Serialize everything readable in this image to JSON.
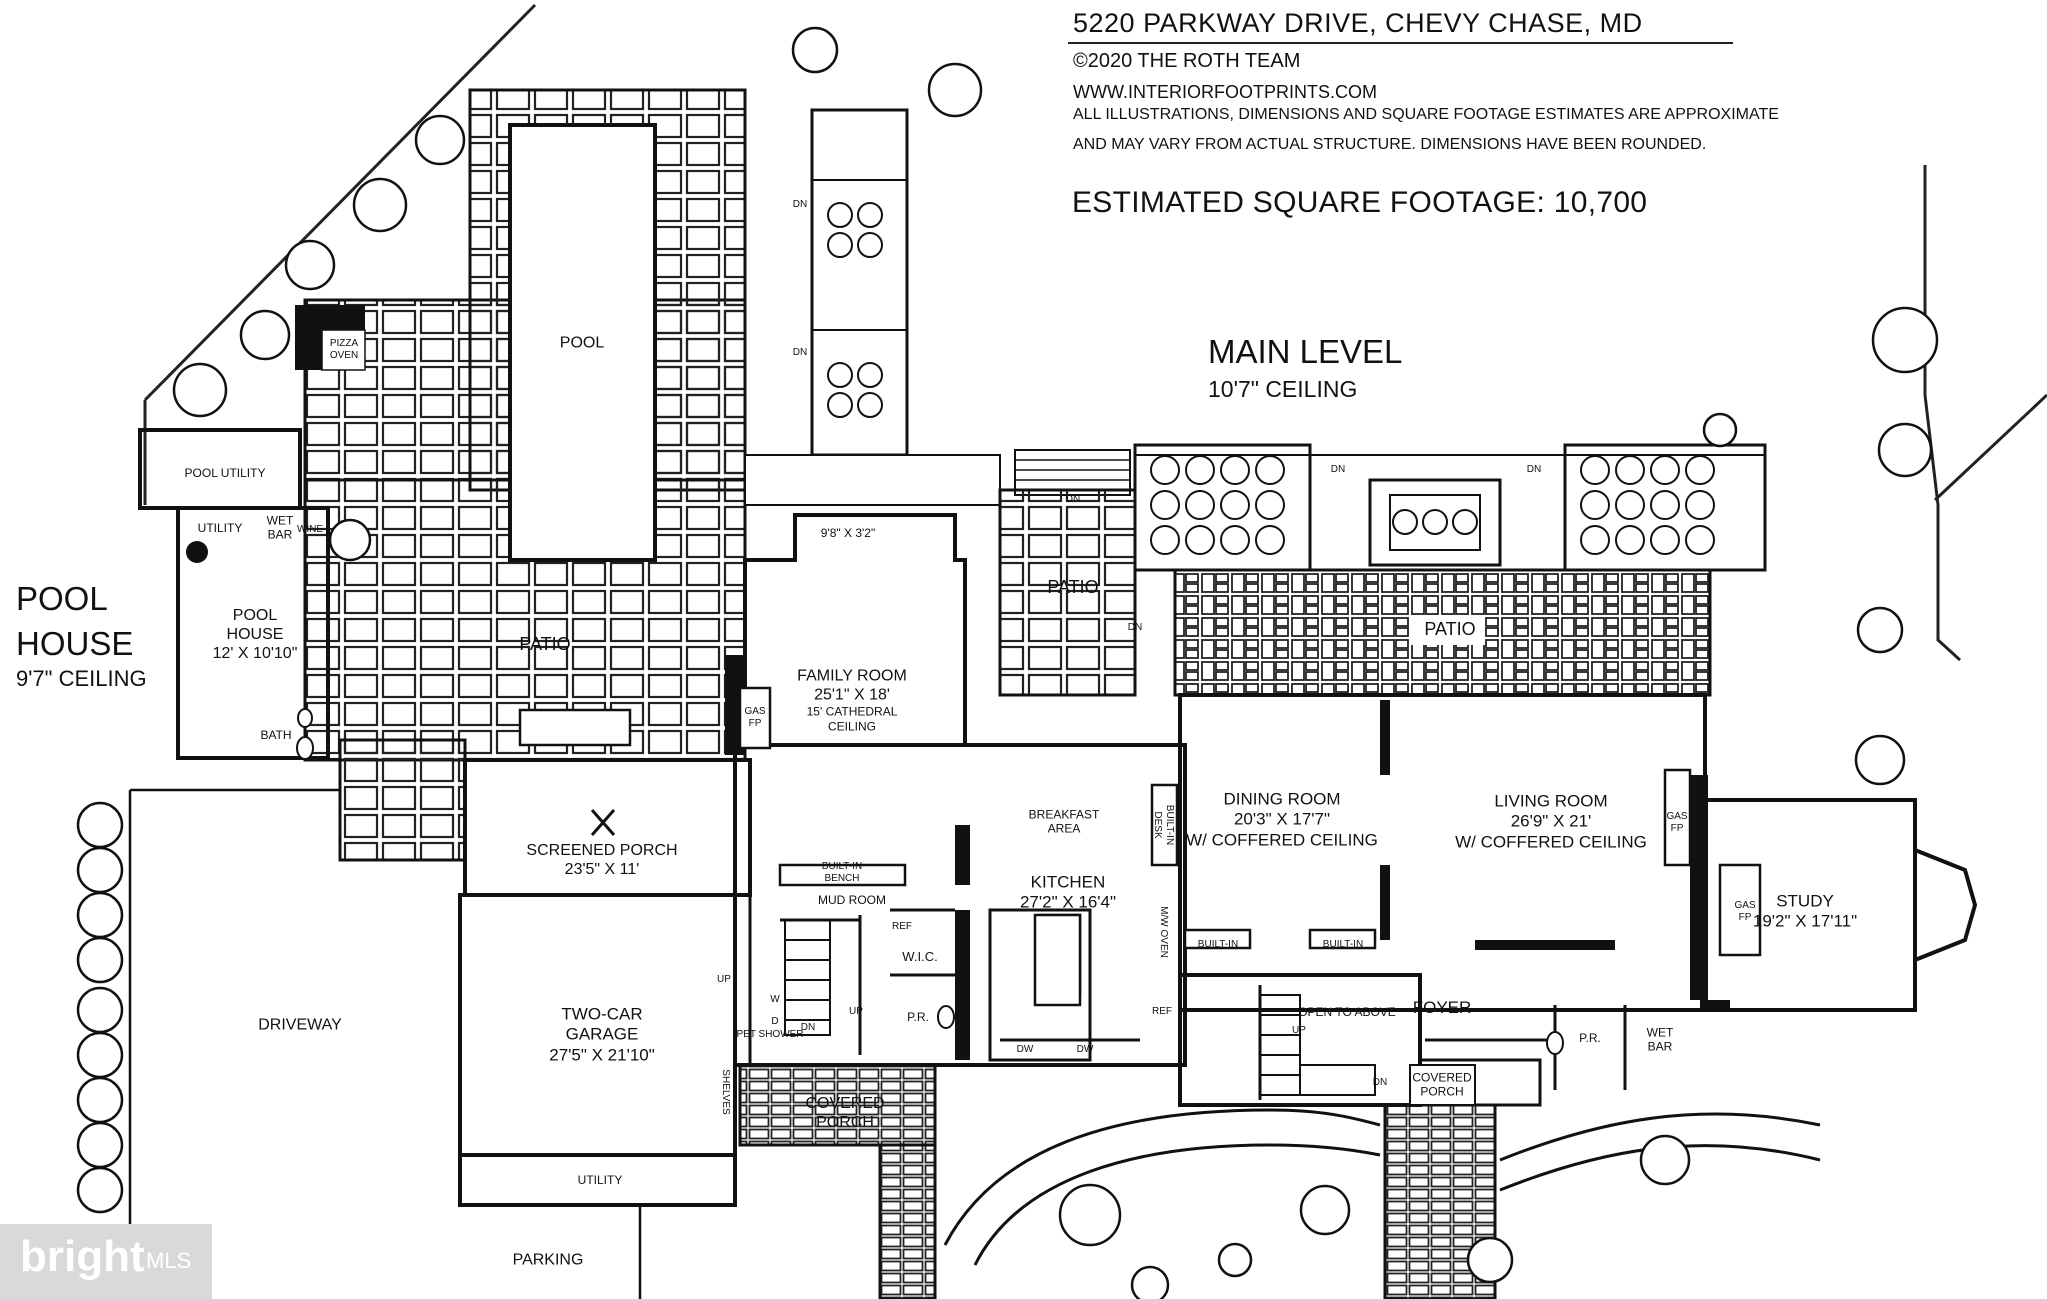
{
  "header": {
    "address": "5220 PARKWAY DRIVE, CHEVY CHASE, MD",
    "copyright": "©2020 THE ROTH TEAM",
    "website": "WWW.INTERIORFOOTPRINTS.COM",
    "disclaimer_1": "ALL ILLUSTRATIONS, DIMENSIONS AND SQUARE FOOTAGE ESTIMATES ARE APPROXIMATE",
    "disclaimer_2": "AND MAY VARY FROM ACTUAL STRUCTURE. DIMENSIONS HAVE BEEN ROUNDED.",
    "square_footage": "ESTIMATED SQUARE FOOTAGE: 10,700"
  },
  "level": {
    "name": "MAIN LEVEL",
    "ceiling": "10'7\" CEILING"
  },
  "pool_house_block": {
    "line1": "POOL",
    "line2": "HOUSE",
    "ceiling": "9'7\" CEILING"
  },
  "rooms": {
    "family_room": {
      "name": "FAMILY ROOM",
      "dims": "25'1\" X 18'",
      "note1": "15' CATHEDRAL",
      "note2": "CEILING"
    },
    "bay": {
      "dims": "9'8\" X 3'2\""
    },
    "dining_room": {
      "name": "DINING ROOM",
      "dims": "20'3\" X 17'7\"",
      "note": "W/ COFFERED CEILING"
    },
    "living_room": {
      "name": "LIVING ROOM",
      "dims": "26'9\" X 21'",
      "note": "W/ COFFERED CEILING"
    },
    "study": {
      "name": "STUDY",
      "dims": "19'2\" X 17'11\""
    },
    "kitchen": {
      "name": "KITCHEN",
      "dims": "27'2\" X 16'4\""
    },
    "breakfast_area": {
      "line1": "BREAKFAST",
      "line2": "AREA"
    },
    "screened_porch": {
      "name": "SCREENED PORCH",
      "dims": "23'5\" X 11'"
    },
    "garage": {
      "line1": "TWO-CAR",
      "line2": "GARAGE",
      "dims": "27'5\" X 21'10\""
    },
    "pool_house": {
      "line1": "POOL",
      "line2": "HOUSE",
      "dims": "12' X 10'10\""
    },
    "foyer": {
      "name": "FOYER"
    },
    "open_to_above": {
      "name": "OPEN TO ABOVE"
    },
    "mud_room": {
      "name": "MUD ROOM"
    },
    "wic": {
      "name": "W.I.C."
    },
    "pr_1": {
      "name": "P.R."
    },
    "pr_2": {
      "name": "P.R."
    },
    "covered_porch_1": {
      "line1": "COVERED",
      "line2": "PORCH"
    },
    "covered_porch_2": {
      "line1": "COVERED",
      "line2": "PORCH"
    },
    "pool_utility": {
      "name": "POOL UTILITY"
    },
    "utility_1": {
      "name": "UTILITY"
    },
    "utility_2": {
      "name": "UTILITY"
    },
    "bath": {
      "name": "BATH"
    },
    "wet_bar_1": {
      "line1": "WET",
      "line2": "BAR"
    },
    "wet_bar_2": {
      "line1": "WET",
      "line2": "BAR"
    }
  },
  "outdoor": {
    "pool": "POOL",
    "patio_1": "PATIO",
    "patio_2": "PATIO",
    "patio_3": "PATIO",
    "driveway": "DRIVEWAY",
    "parking": "PARKING",
    "pizza_oven_1": "PIZZA",
    "pizza_oven_2": "OVEN"
  },
  "fixtures": {
    "gas_fp": {
      "line1": "GAS",
      "line2": "FP"
    },
    "built_in": "BUILT-IN",
    "built_in_bench_1": "BUILT-IN",
    "built_in_bench_2": "BENCH",
    "built_in_desk_1": "BUILT-IN",
    "built_in_desk_2": "DESK",
    "ref": "REF",
    "dw": "DW",
    "wine": "WINE",
    "shelves": "SHELVES",
    "pet_shower": "PET SHOWER",
    "w": "W",
    "d": "D",
    "mw_oven": "M/W OVEN",
    "up": "UP",
    "dn": "DN"
  },
  "watermark": {
    "brand": "bright",
    "suffix": "MLS"
  }
}
